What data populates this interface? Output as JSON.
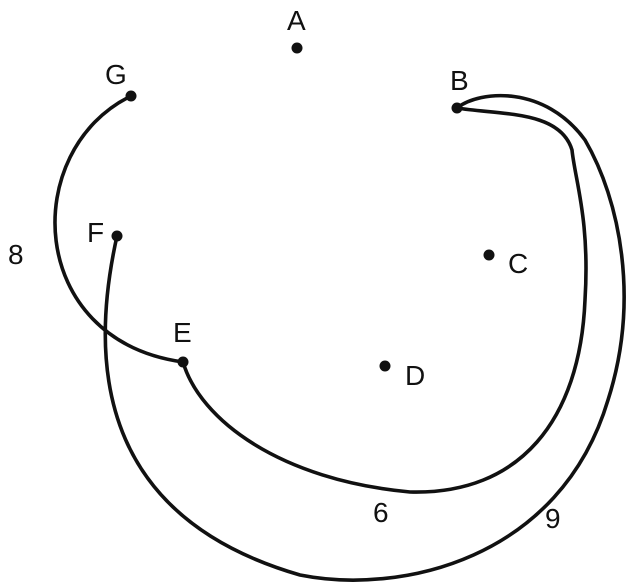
{
  "graph": {
    "vertices": [
      {
        "id": "A",
        "label": "A"
      },
      {
        "id": "B",
        "label": "B"
      },
      {
        "id": "C",
        "label": "C"
      },
      {
        "id": "D",
        "label": "D"
      },
      {
        "id": "E",
        "label": "E"
      },
      {
        "id": "F",
        "label": "F"
      },
      {
        "id": "G",
        "label": "G"
      }
    ],
    "edges": [
      {
        "id": "G-E",
        "from": "G",
        "to": "E",
        "weight": "8"
      },
      {
        "id": "E-B",
        "from": "E",
        "to": "B",
        "weight": "6"
      },
      {
        "id": "F-B",
        "from": "F",
        "to": "B",
        "weight": "9"
      }
    ]
  },
  "colors": {
    "ink": "#111111",
    "background": "#ffffff"
  }
}
